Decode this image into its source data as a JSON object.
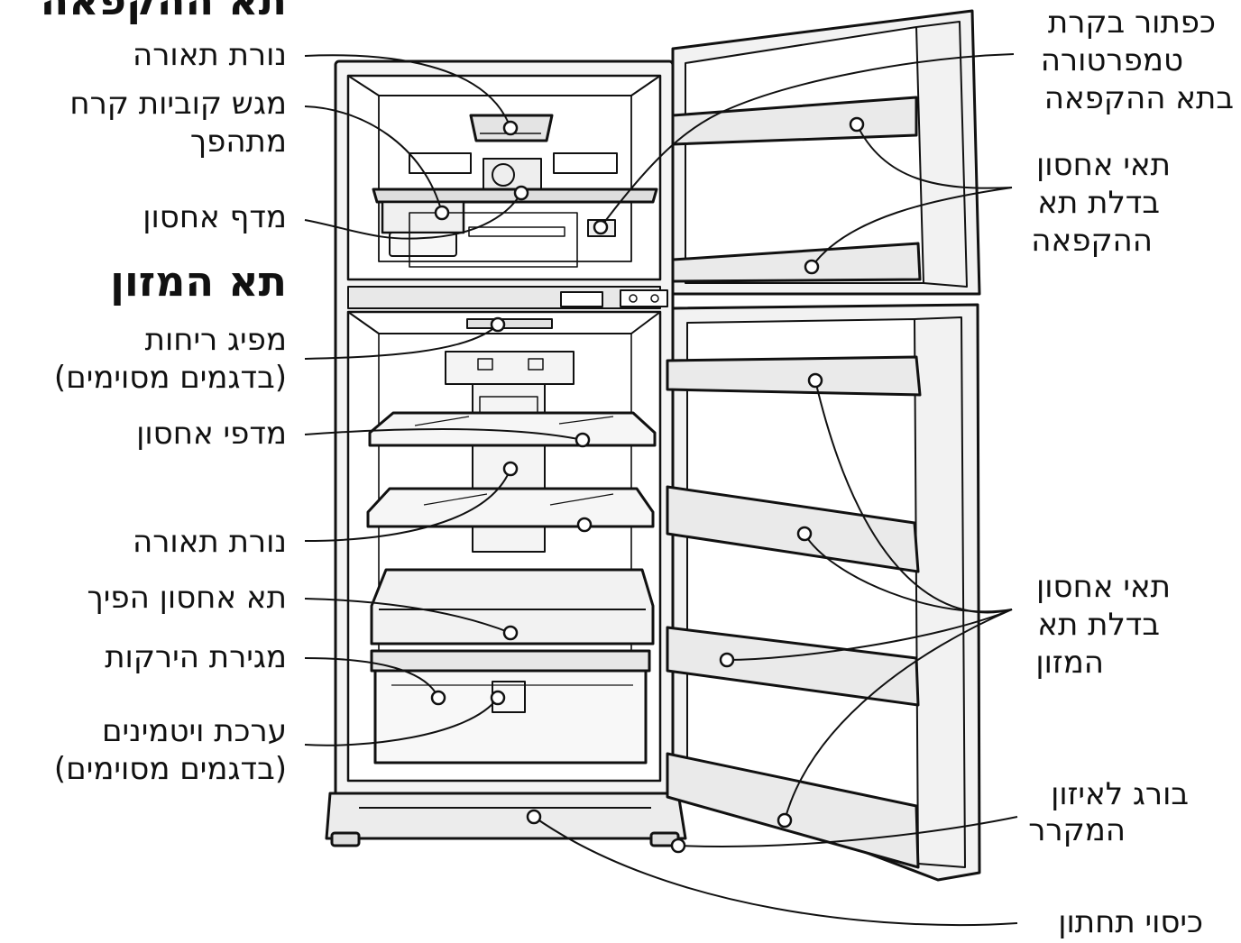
{
  "headings": {
    "freezer": "תא ההקפאה",
    "fridge": "תא המזון"
  },
  "labels": {
    "freezer_light": "נורת תאורה",
    "ice_tray_1": "מגש קוביות קרח",
    "ice_tray_2": "מתהפך",
    "freezer_shelf": "מדף אחסון",
    "deodorizer_1": "מפיג ריחות",
    "deodorizer_2": "(בדגמים מסוימים)",
    "fridge_shelves": "מדפי אחסון",
    "fridge_light": "נורת תאורה",
    "crisper_bin": "תא אחסון הפיך",
    "vegetable_drawer": "מגירת הירקות",
    "vitamin_kit_1": "ערכת ויטמינים",
    "vitamin_kit_2": "(בדגמים מסוימים)",
    "freezer_temp_1": "כפתור בקרת",
    "freezer_temp_2": "טמפרטורה",
    "freezer_temp_3": "בתא ההקפאה",
    "freezer_door_1": "תאי אחסון",
    "freezer_door_2": "בדלת תא",
    "freezer_door_3": "ההקפאה",
    "fridge_door_1": "תאי אחסון",
    "fridge_door_2": "בדלת תא",
    "fridge_door_3": "המזון",
    "leveling_screw_1": "בורג  לאיזון",
    "leveling_screw_2": "המקרר",
    "bottom_cover": "כיסוי תחתון"
  }
}
